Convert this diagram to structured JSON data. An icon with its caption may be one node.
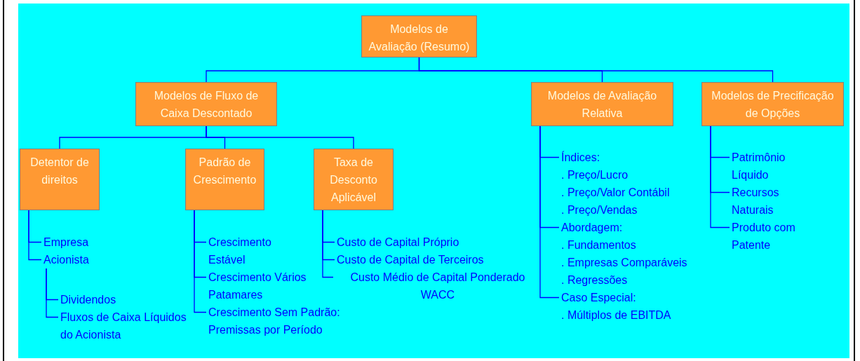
{
  "diagram": {
    "nodes": [
      {
        "text": [
          "Modelos de Avaliação (Resumo)"
        ]
      },
      {
        "text": [
          "Modelos de Fluxo de Caixa Descontado"
        ]
      },
      {
        "text": [
          "Modelos de Avaliação Relativa"
        ]
      },
      {
        "text": [
          "Modelos de Precificação de Opções"
        ]
      },
      {
        "text": [
          "Detentor de direitos"
        ]
      },
      {
        "text": [
          "Padrão de Crescimento"
        ]
      },
      {
        "text": [
          "Taxa de Desconto Aplicável"
        ]
      },
      {
        "text": [
          "Empresa"
        ]
      },
      {
        "text": [
          "Acionista"
        ]
      },
      {
        "text": [
          "Dividendos"
        ]
      },
      {
        "text": [
          "Fluxos de Caixa Líquidos do Acionista"
        ]
      },
      {
        "text": [
          "Crescimento Estável"
        ]
      },
      {
        "text": [
          "Crescimento Vários Patamares"
        ]
      },
      {
        "text": [
          "Crescimento Sem Padrão: Premissas por Período"
        ]
      },
      {
        "text": [
          "Custo de Capital Próprio"
        ]
      },
      {
        "text": [
          "Custo de Capital de Terceiros"
        ]
      },
      {
        "text": [
          "Custo Médio de Capital Ponderado WACC"
        ]
      },
      {
        "text": [
          "Índices:"
        ]
      },
      {
        "text": [
          "Abordagem:"
        ]
      },
      {
        "text": [
          "Caso Especial:"
        ]
      },
      {
        "text": [
          "Patrimônio Líquido"
        ]
      },
      {
        "text": [
          "Recursos Naturais"
        ]
      },
      {
        "text": [
          "Produto com Patente"
        ]
      }
    ],
    "edges": [
      {
        "from": 0,
        "to": 1,
        "arrow": "none"
      },
      {
        "from": 0,
        "to": 2,
        "arrow": "none"
      },
      {
        "from": 0,
        "to": 3,
        "arrow": "none"
      },
      {
        "from": 1,
        "to": 4,
        "arrow": "none"
      },
      {
        "from": 1,
        "to": 5,
        "arrow": "none"
      },
      {
        "from": 1,
        "to": 6,
        "arrow": "none"
      },
      {
        "from": 4,
        "to": 7,
        "arrow": "none"
      },
      {
        "from": 4,
        "to": 8,
        "arrow": "none"
      },
      {
        "from": 8,
        "to": 9,
        "arrow": "none"
      },
      {
        "from": 8,
        "to": 10,
        "arrow": "none"
      },
      {
        "from": 5,
        "to": 11,
        "arrow": "none"
      },
      {
        "from": 5,
        "to": 12,
        "arrow": "none"
      },
      {
        "from": 5,
        "to": 13,
        "arrow": "none"
      },
      {
        "from": 6,
        "to": 14,
        "arrow": "none"
      },
      {
        "from": 6,
        "to": 15,
        "arrow": "none"
      },
      {
        "from": 6,
        "to": 16,
        "arrow": "none"
      },
      {
        "from": 2,
        "to": 17,
        "arrow": "none"
      },
      {
        "from": 2,
        "to": 18,
        "arrow": "none"
      },
      {
        "from": 2,
        "to": 19,
        "arrow": "none"
      },
      {
        "from": 3,
        "to": 20,
        "arrow": "none"
      },
      {
        "from": 3,
        "to": 21,
        "arrow": "none"
      },
      {
        "from": 3,
        "to": 22,
        "arrow": "none"
      }
    ],
    "labels": [
      ". Preço/Lucro",
      ". Preço/Valor Contábil",
      ". Preço/Vendas",
      ". Fundamentos",
      ". Empresas Comparáveis",
      ". Regressões",
      ". Múltiplos de EBITDA"
    ]
  }
}
